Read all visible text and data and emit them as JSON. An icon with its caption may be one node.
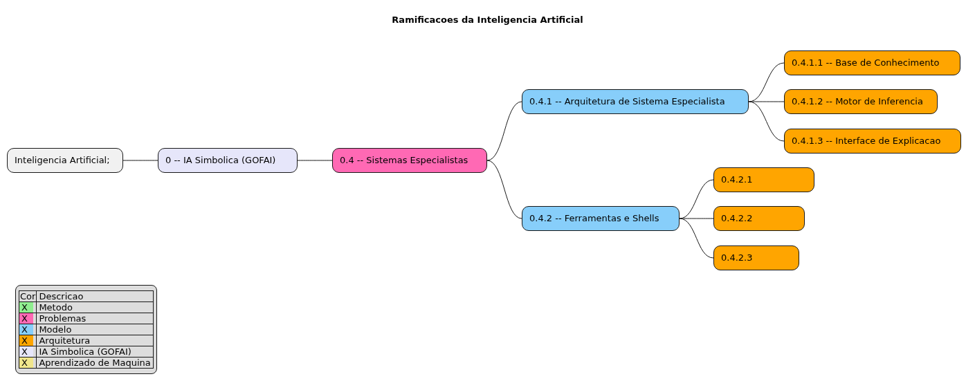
{
  "diagram": {
    "title": "Ramificacoes da Inteligencia Artificial",
    "nodes": [
      {
        "text": [
          "Inteligencia Artificial;"
        ]
      },
      {
        "text": [
          "0 -- IA Simbolica (GOFAI)"
        ]
      },
      {
        "text": [
          "0.4 -- Sistemas Especialistas"
        ]
      },
      {
        "text": [
          "0.4.1 -- Arquitetura de Sistema Especialista"
        ]
      },
      {
        "text": [
          "0.4.1.1 -- Base de Conhecimento"
        ]
      },
      {
        "text": [
          "0.4.1.2 -- Motor de Inferencia"
        ]
      },
      {
        "text": [
          "0.4.1.3 -- Interface de Explicacao"
        ]
      },
      {
        "text": [
          "0.4.2 -- Ferramentas e Shells"
        ]
      },
      {
        "text": [
          "0.4.2.1"
        ]
      },
      {
        "text": [
          "0.4.2.2"
        ]
      },
      {
        "text": [
          "0.4.2.3"
        ]
      }
    ],
    "edges": [
      {
        "from": 0,
        "to": 1,
        "arrow": "none"
      },
      {
        "from": 1,
        "to": 2,
        "arrow": "none"
      },
      {
        "from": 2,
        "to": 3,
        "arrow": "none"
      },
      {
        "from": 3,
        "to": 4,
        "arrow": "none"
      },
      {
        "from": 3,
        "to": 5,
        "arrow": "none"
      },
      {
        "from": 3,
        "to": 6,
        "arrow": "none"
      },
      {
        "from": 2,
        "to": 7,
        "arrow": "none"
      },
      {
        "from": 7,
        "to": 8,
        "arrow": "none"
      },
      {
        "from": 7,
        "to": 9,
        "arrow": "none"
      },
      {
        "from": 7,
        "to": 10,
        "arrow": "none"
      }
    ],
    "labels": [
      "Cor",
      "Descricao",
      "X",
      "X",
      "X",
      "X",
      "X",
      "X"
    ],
    "legend": [
      {
        "text": "Metodo",
        "color": "#90ee90"
      },
      {
        "text": "Problemas",
        "color": "#ff69b4"
      },
      {
        "text": "Modelo",
        "color": "#87cefa"
      },
      {
        "text": "Arquitetura",
        "color": "#ffa500"
      },
      {
        "text": "IA Simbolica (GOFAI)",
        "color": "#e6e6fa"
      },
      {
        "text": "Aprendizado de Maquina",
        "color": "#f0e68c"
      }
    ]
  }
}
